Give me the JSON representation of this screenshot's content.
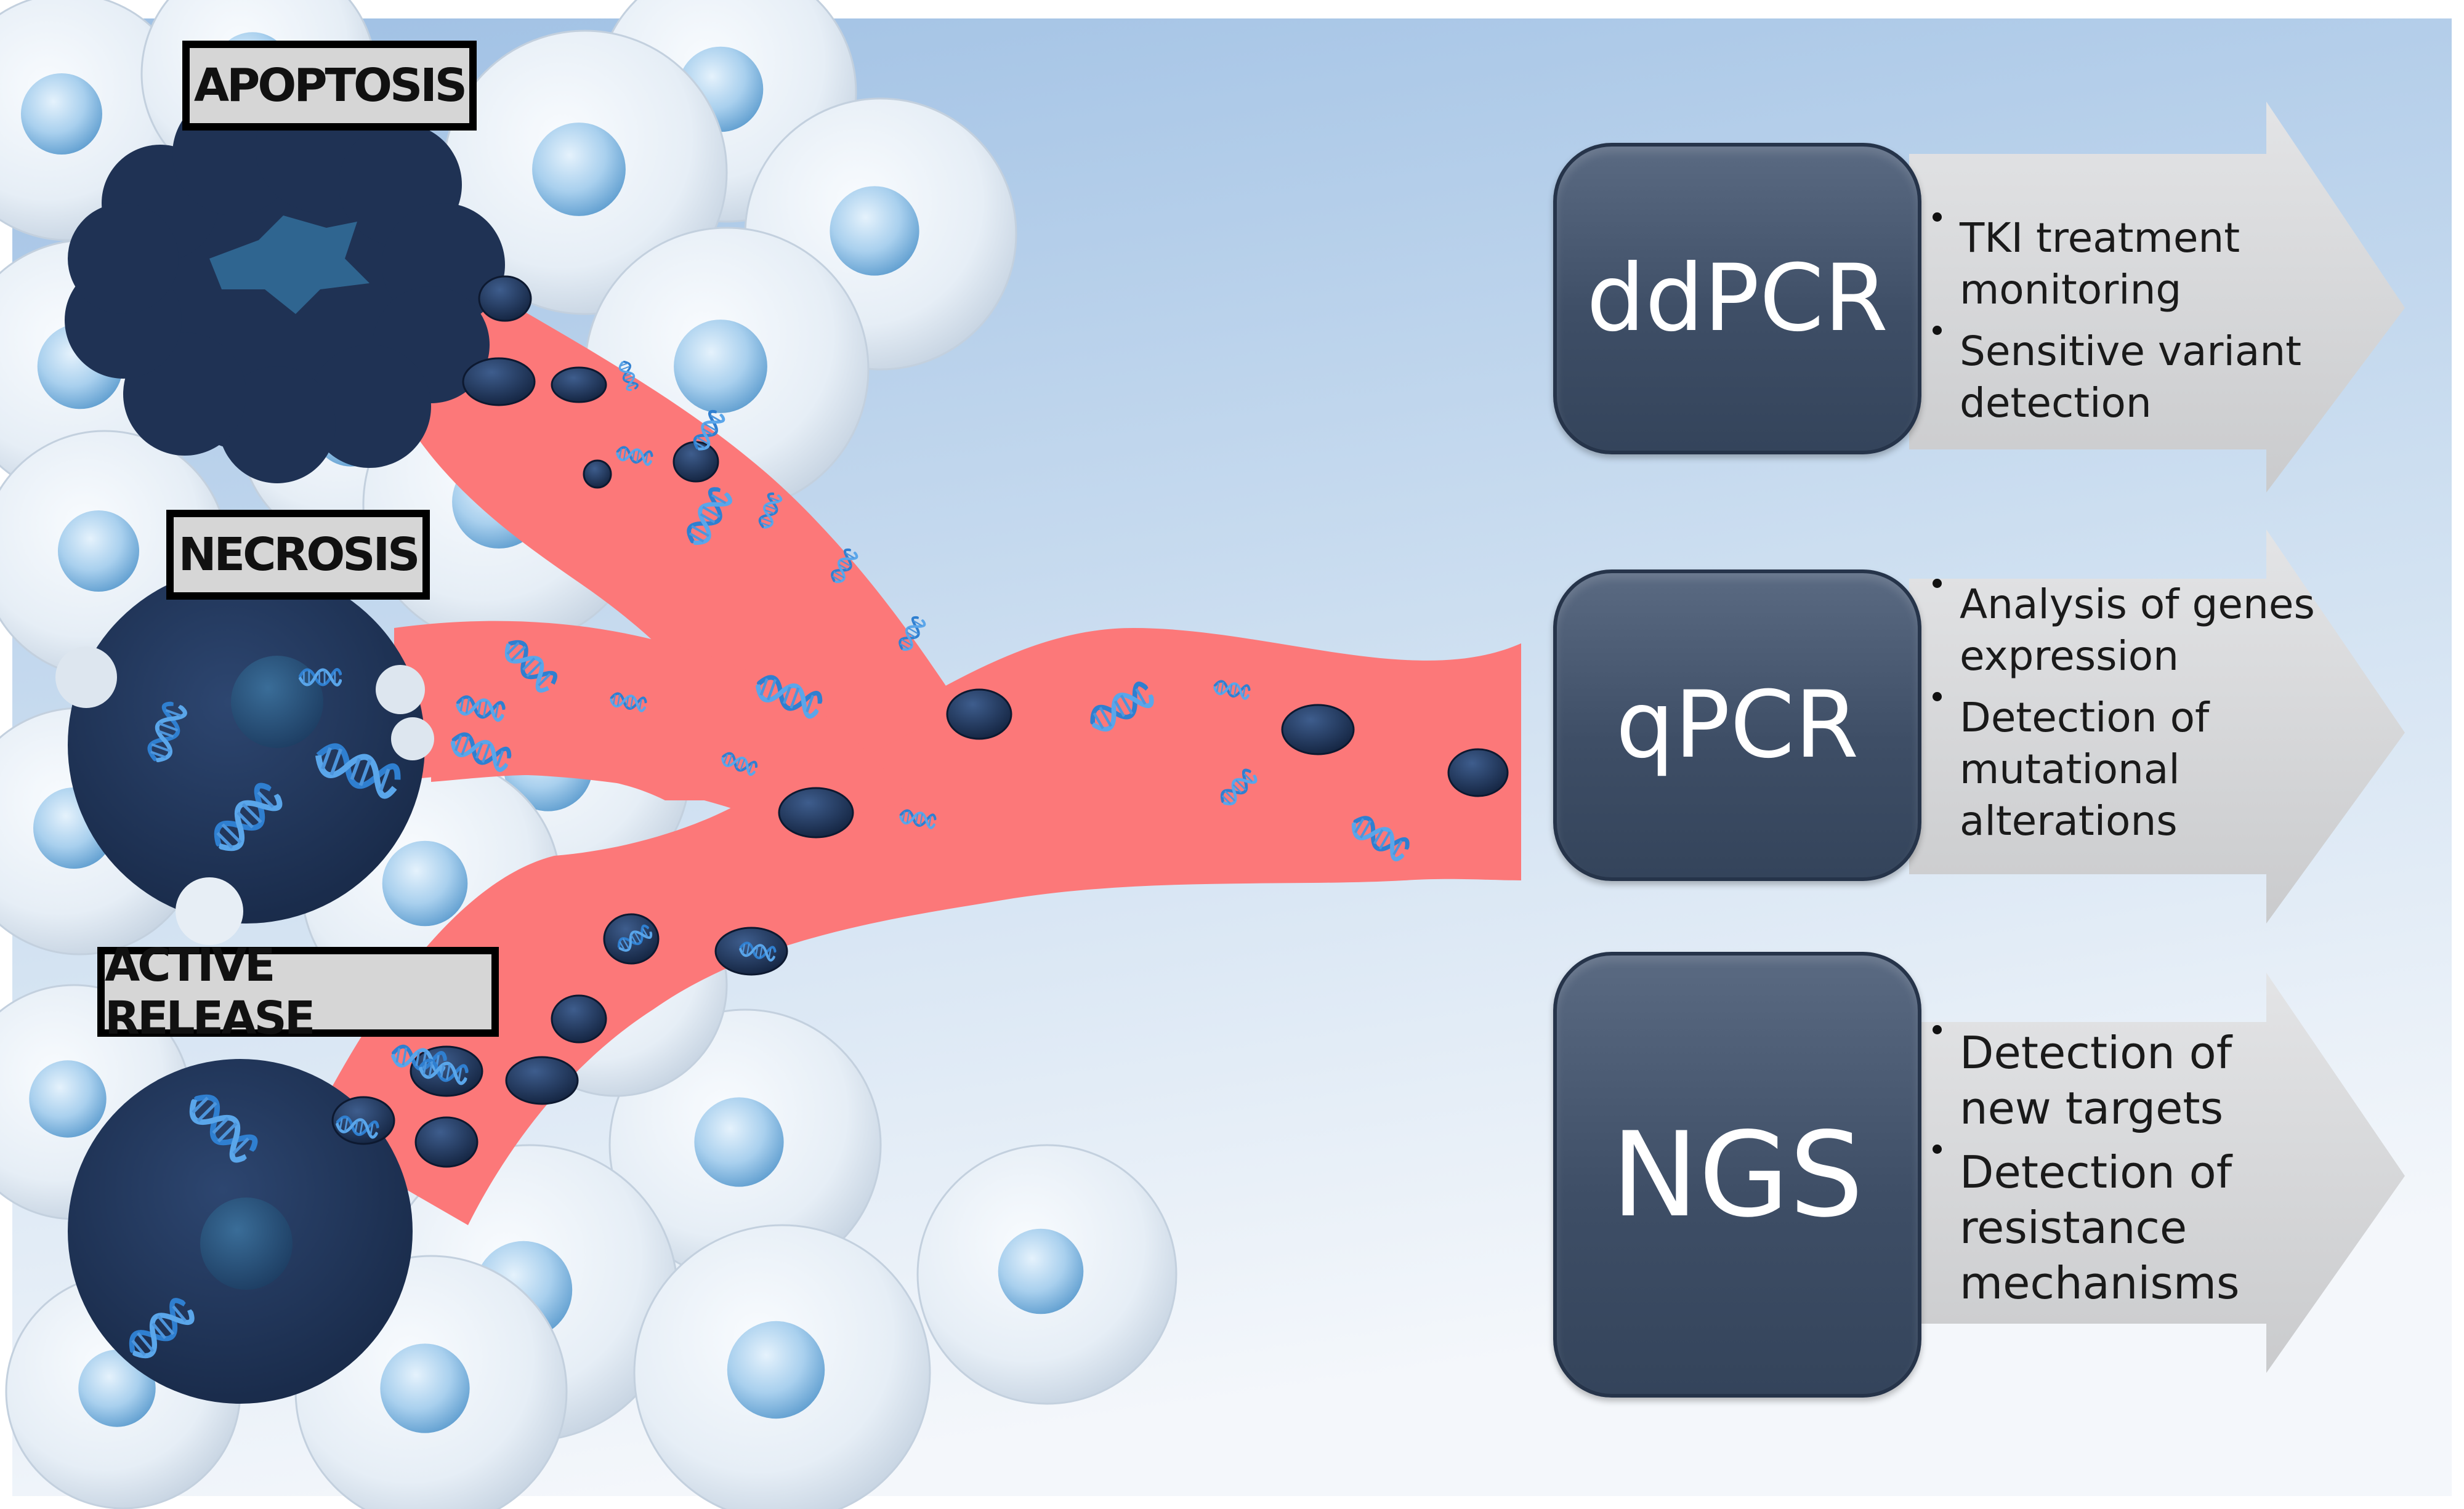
{
  "processes": [
    {
      "label": "APOPTOSIS"
    },
    {
      "label": "NECROSIS"
    },
    {
      "label": "ACTIVE RELEASE"
    }
  ],
  "methods": [
    {
      "name": "ddPCR",
      "bullets": [
        "TKI treatment monitoring",
        "Sensitive variant detection"
      ]
    },
    {
      "name": "qPCR",
      "bullets": [
        "Analysis of genes expression",
        "Detection of mutational alterations"
      ]
    },
    {
      "name": "NGS",
      "bullets": [
        "Detection of new targets",
        "Detection of resistance mechanisms"
      ]
    }
  ],
  "colors": {
    "vessel": "#fc7879",
    "tumor_cell": "#213557",
    "method_box": "#3e4e66",
    "arrow": "#d4d5d7",
    "dna": "#2f7fd0",
    "background_top": "#a8c6e6",
    "background_bottom": "#f3f6fa"
  },
  "icons": [
    "dna-helix-icon",
    "exosome-icon"
  ]
}
